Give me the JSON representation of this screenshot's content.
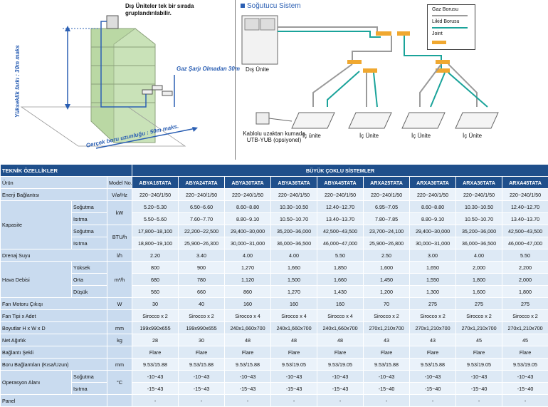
{
  "diagram": {
    "note_outdoor": "Dış Üniteler tek bir sırada gruplandırılabilir.",
    "gas_charge": "Gaz Şarjı Olmadan 30m",
    "height_diff": "Yükseklik farkı : 30m maks",
    "pipe_length": "Gerçek boru uzunluğu : 50m maks.",
    "system_title": "Soğutucu Sistem",
    "outdoor_unit": "Dış Ünite",
    "controller": "Kablolu uzaktan kumada UTB-YUB (opsiyonel)",
    "indoor_units": [
      "İç ünite",
      "İç Ünite",
      "İç Ünite",
      "İç Ünite"
    ],
    "legend": {
      "gas": "Gaz Borusu",
      "liquid": "Likid Borusu",
      "joint": "Joint"
    },
    "colors": {
      "gas": "#9a9a9a",
      "liquid": "#1aa39a",
      "joint": "#f0a830",
      "accent": "#2b5fb3"
    }
  },
  "table": {
    "section": "TEKNİK ÖZELLİKLER",
    "group": "BÜYÜK ÇOKLU SİSTEMLER",
    "row_product": "Ürün",
    "model_label": "Model No.",
    "models": [
      "ABYA18TATA",
      "ABYA24TATA",
      "ABYA30TATA",
      "ABYA36TATA",
      "ABYA45TATA",
      "ARXA25TATA",
      "ARXA30TATA",
      "ARXA36TATA",
      "ARXA45TATA"
    ],
    "rows": [
      {
        "label": "Enerji Bağlantısı",
        "sub": "",
        "unit": "V/ø/Hz",
        "vals": [
          "220~240/1/50",
          "220~240/1/50",
          "220~240/1/50",
          "220~240/1/50",
          "220~240/1/50",
          "220~240/1/50",
          "220~240/1/50",
          "220~240/1/50",
          "220~240/1/50"
        ]
      },
      {
        "label": "Kapasite",
        "sub": "Soğutma",
        "unit": "kW",
        "vals": [
          "5.20~5.30",
          "6.50~6.60",
          "8.60~8.80",
          "10.30~10.50",
          "12.40~12.70",
          "6.95~7.05",
          "8.60~8.80",
          "10.30~10.50",
          "12.40~12.70"
        ]
      },
      {
        "label": "",
        "sub": "Isıtma",
        "unit": "",
        "vals": [
          "5.50~5.60",
          "7.60~7.70",
          "8.80~9.10",
          "10.50~10.70",
          "13.40~13.70",
          "7.80~7.85",
          "8.80~9.10",
          "10.50~10.70",
          "13.40~13.70"
        ]
      },
      {
        "label": "",
        "sub": "Soğutma",
        "unit": "BTU/h",
        "vals": [
          "17,800~18,100",
          "22,200~22,500",
          "29,400~30,000",
          "35,200~36,000",
          "42,500~43,500",
          "23,700~24,100",
          "29,400~30,000",
          "35,200~36,000",
          "42,500~43,500"
        ]
      },
      {
        "label": "",
        "sub": "Isıtma",
        "unit": "",
        "vals": [
          "18,800~19,100",
          "25,900~26,300",
          "30,000~31,000",
          "36,000~36,500",
          "46,000~47,000",
          "25,900~26,800",
          "30,000~31,000",
          "36,000~36,500",
          "46,000~47,000"
        ]
      },
      {
        "label": "Drenaj Suyu",
        "sub": "",
        "unit": "l/h",
        "vals": [
          "2.20",
          "3.40",
          "4.00",
          "4.00",
          "5.50",
          "2.50",
          "3.00",
          "4.00",
          "5.50"
        ]
      },
      {
        "label": "Hava Debisi",
        "sub": "Yüksek",
        "unit": "m³/h",
        "vals": [
          "800",
          "900",
          "1,270",
          "1,660",
          "1,850",
          "1,600",
          "1,650",
          "2,000",
          "2,200"
        ]
      },
      {
        "label": "",
        "sub": "Orta",
        "unit": "",
        "vals": [
          "680",
          "780",
          "1,120",
          "1,500",
          "1,660",
          "1,450",
          "1,550",
          "1,800",
          "2,000"
        ]
      },
      {
        "label": "",
        "sub": "Düşük",
        "unit": "",
        "vals": [
          "560",
          "660",
          "860",
          "1,270",
          "1,430",
          "1,200",
          "1,300",
          "1,600",
          "1,800"
        ]
      },
      {
        "label": "Fan Motoru Çıkışı",
        "sub": "",
        "unit": "W",
        "vals": [
          "30",
          "40",
          "160",
          "160",
          "160",
          "70",
          "275",
          "275",
          "275"
        ]
      },
      {
        "label": "Fan Tipi x Adet",
        "sub": "",
        "unit": "",
        "vals": [
          "Sirocco x 2",
          "Sirocco x 2",
          "Sirocco x 4",
          "Sirocco x 4",
          "Sirocco x 4",
          "Sirocco x 2",
          "Sirocco x 2",
          "Sirocco x 2",
          "Sirocco x 2"
        ]
      },
      {
        "label": "Boyutlar H x W x D",
        "sub": "",
        "unit": "mm",
        "vals": [
          "199x990x655",
          "199x990x655",
          "240x1,660x700",
          "240x1,660x700",
          "240x1,660x700",
          "270x1,210x700",
          "270x1,210x700",
          "270x1,210x700",
          "270x1,210x700"
        ]
      },
      {
        "label": "Net Ağırlık",
        "sub": "",
        "unit": "kg",
        "vals": [
          "28",
          "30",
          "48",
          "48",
          "48",
          "43",
          "43",
          "45",
          "45"
        ]
      },
      {
        "label": "Bağlantı Şekli",
        "sub": "",
        "unit": "",
        "vals": [
          "Flare",
          "Flare",
          "Flare",
          "Flare",
          "Flare",
          "Flare",
          "Flare",
          "Flare",
          "Flare"
        ]
      },
      {
        "label": "Boru Bağlantıları (Kısa/Uzun)",
        "sub": "",
        "unit": "mm",
        "vals": [
          "9.53/15.88",
          "9.53/15.88",
          "9.53/15.88",
          "9.53/19.05",
          "9.53/19.05",
          "9.53/15.88",
          "9.53/15.88",
          "9.53/19.05",
          "9.53/19.05"
        ]
      },
      {
        "label": "Operasyon Alanı",
        "sub": "Soğutma",
        "unit": "°C",
        "vals": [
          "-10~43",
          "-10~43",
          "-10~43",
          "-10~43",
          "-10~43",
          "-10~43",
          "-10~43",
          "-10~43",
          "-10~43"
        ]
      },
      {
        "label": "",
        "sub": "Isıtma",
        "unit": "",
        "vals": [
          "-15~43",
          "-15~43",
          "-15~43",
          "-15~43",
          "-15~43",
          "-15~40",
          "-15~40",
          "-15~40",
          "-15~40"
        ]
      },
      {
        "label": "Panel",
        "sub": "",
        "unit": "",
        "vals": [
          "-",
          "-",
          "-",
          "-",
          "-",
          "-",
          "-",
          "-",
          "-"
        ]
      }
    ]
  }
}
